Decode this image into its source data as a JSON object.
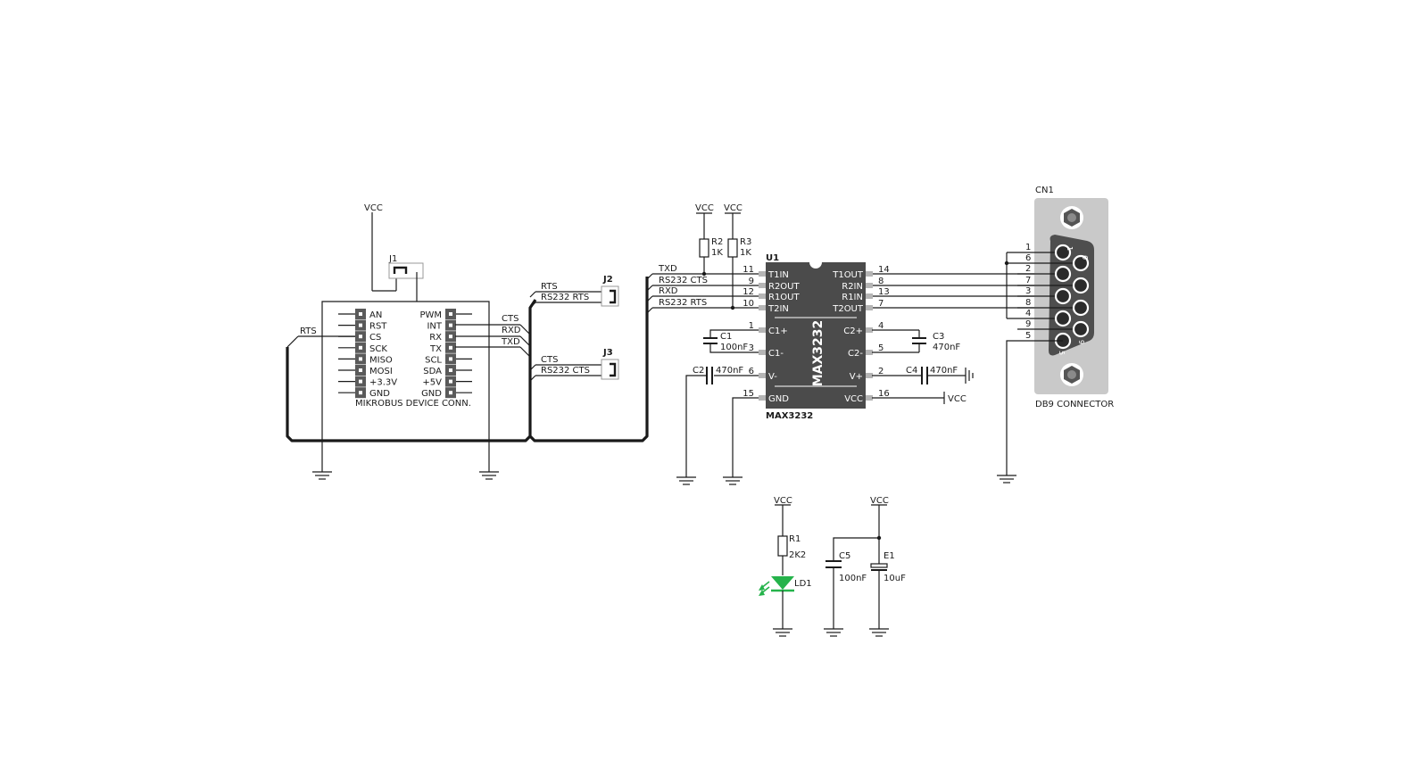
{
  "colors": {
    "wire": "#1a1a1a",
    "chip_body": "#4b4b4b",
    "chip_pin": "#b5b5b5",
    "connector_shell": "#c9c9c9",
    "connector_body": "#4e4e4e",
    "led": "#25b34b"
  },
  "power": {
    "vcc": "VCC"
  },
  "mikrobus": {
    "ref": "J1",
    "title": "MIKROBUS DEVICE CONN.",
    "left_pins": [
      "AN",
      "RST",
      "CS",
      "SCK",
      "MISO",
      "MOSI",
      "+3.3V",
      "GND"
    ],
    "right_pins": [
      "PWM",
      "INT",
      "RX",
      "TX",
      "SCL",
      "SDA",
      "+5V",
      "GND"
    ]
  },
  "nets": {
    "rts": "RTS",
    "cts": "CTS",
    "rxd": "RXD",
    "txd": "TXD",
    "rs232_rts": "RS232  RTS",
    "rs232_cts": "RS232  CTS"
  },
  "jumpers": {
    "j2": "J2",
    "j3": "J3"
  },
  "pullups": {
    "r2": {
      "ref": "R2",
      "value": "1K"
    },
    "r3": {
      "ref": "R3",
      "value": "1K"
    }
  },
  "u1": {
    "ref": "U1",
    "part": "MAX3232",
    "part_label": "MAX3232",
    "left_pins": [
      {
        "name": "T1IN",
        "num": "11"
      },
      {
        "name": "R2OUT",
        "num": "9"
      },
      {
        "name": "R1OUT",
        "num": "12"
      },
      {
        "name": "T2IN",
        "num": "10"
      },
      {
        "name": "C1+",
        "num": "1"
      },
      {
        "name": "C1-",
        "num": "3"
      },
      {
        "name": "V-",
        "num": "6"
      },
      {
        "name": "GND",
        "num": "15"
      }
    ],
    "right_pins": [
      {
        "name": "T1OUT",
        "num": "14"
      },
      {
        "name": "R2IN",
        "num": "8"
      },
      {
        "name": "R1IN",
        "num": "13"
      },
      {
        "name": "T2OUT",
        "num": "7"
      },
      {
        "name": "C2+",
        "num": "4"
      },
      {
        "name": "C2-",
        "num": "5"
      },
      {
        "name": "V+",
        "num": "2"
      },
      {
        "name": "VCC",
        "num": "16"
      }
    ]
  },
  "caps": {
    "c1": {
      "ref": "C1",
      "value": "100nF"
    },
    "c2": {
      "ref": "C2",
      "value": "470nF"
    },
    "c3": {
      "ref": "C3",
      "value": "470nF"
    },
    "c4": {
      "ref": "C4",
      "value": "470nF"
    },
    "c5": {
      "ref": "C5",
      "value": "100nF"
    },
    "e1": {
      "ref": "E1",
      "value": "10uF"
    }
  },
  "led": {
    "r1": {
      "ref": "R1",
      "value": "2K2"
    },
    "ld1": "LD1"
  },
  "connector": {
    "ref": "CN1",
    "title": "DB9  CONNECTOR",
    "wire_numbers": [
      "1",
      "6",
      "2",
      "7",
      "3",
      "8",
      "4",
      "9",
      "5"
    ],
    "body_numbers": [
      "1",
      "6",
      "5",
      "9"
    ]
  }
}
